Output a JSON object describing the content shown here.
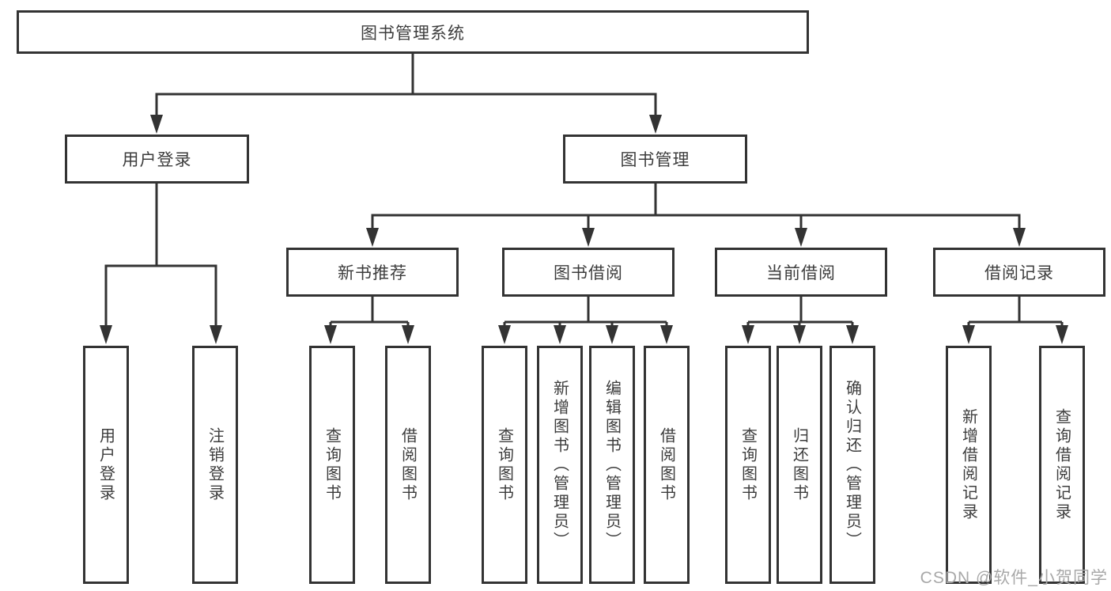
{
  "tree": {
    "label": "图书管理系统",
    "children": [
      {
        "label": "用户登录",
        "children": [
          {
            "label": "用户登录"
          },
          {
            "label": "注销登录"
          }
        ]
      },
      {
        "label": "图书管理",
        "children": [
          {
            "label": "新书推荐",
            "children": [
              {
                "label": "查询图书"
              },
              {
                "label": "借阅图书"
              }
            ]
          },
          {
            "label": "图书借阅",
            "children": [
              {
                "label": "查询图书"
              },
              {
                "label": "新增图书（管理员）"
              },
              {
                "label": "编辑图书（管理员）"
              },
              {
                "label": "借阅图书"
              }
            ]
          },
          {
            "label": "当前借阅",
            "children": [
              {
                "label": "查询图书"
              },
              {
                "label": "归还图书"
              },
              {
                "label": "确认归还（管理员）"
              }
            ]
          },
          {
            "label": "借阅记录",
            "children": [
              {
                "label": "新增借阅记录"
              },
              {
                "label": "查询借阅记录"
              }
            ]
          }
        ]
      }
    ]
  },
  "watermark": {
    "text": "CSDN @软件_小贺同学"
  },
  "colors": {
    "line": "#333333",
    "text": "#3d3d3d",
    "watermark": "#a8a8a8",
    "background": "#ffffff"
  }
}
